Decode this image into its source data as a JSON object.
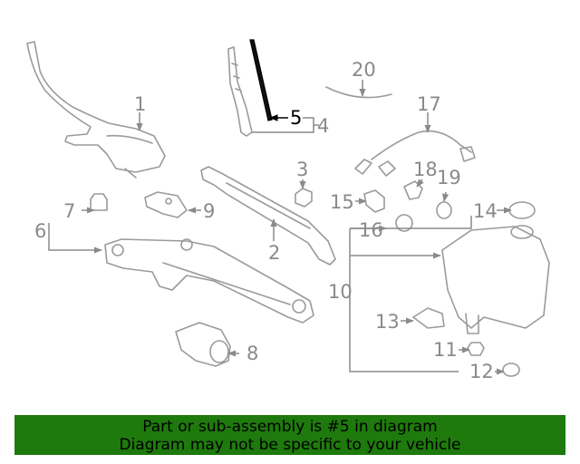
{
  "callouts": {
    "c1": "1",
    "c2": "2",
    "c3": "3",
    "c4": "4",
    "c5": "5",
    "c6": "6",
    "c7": "7",
    "c8": "8",
    "c9": "9",
    "c10": "10",
    "c11": "11",
    "c12": "12",
    "c13": "13",
    "c14": "14",
    "c15": "15",
    "c16": "16",
    "c17": "17",
    "c18": "18",
    "c19": "19",
    "c20": "20"
  },
  "highlighted_callout": "5",
  "colors": {
    "banner_bg": "#1e7a0c",
    "callout_gray": "#8a8a8a",
    "highlight": "#000000"
  },
  "banner": {
    "line1": "Part or sub-assembly is #5 in diagram",
    "line2": "Diagram may not be specific to your vehicle"
  }
}
